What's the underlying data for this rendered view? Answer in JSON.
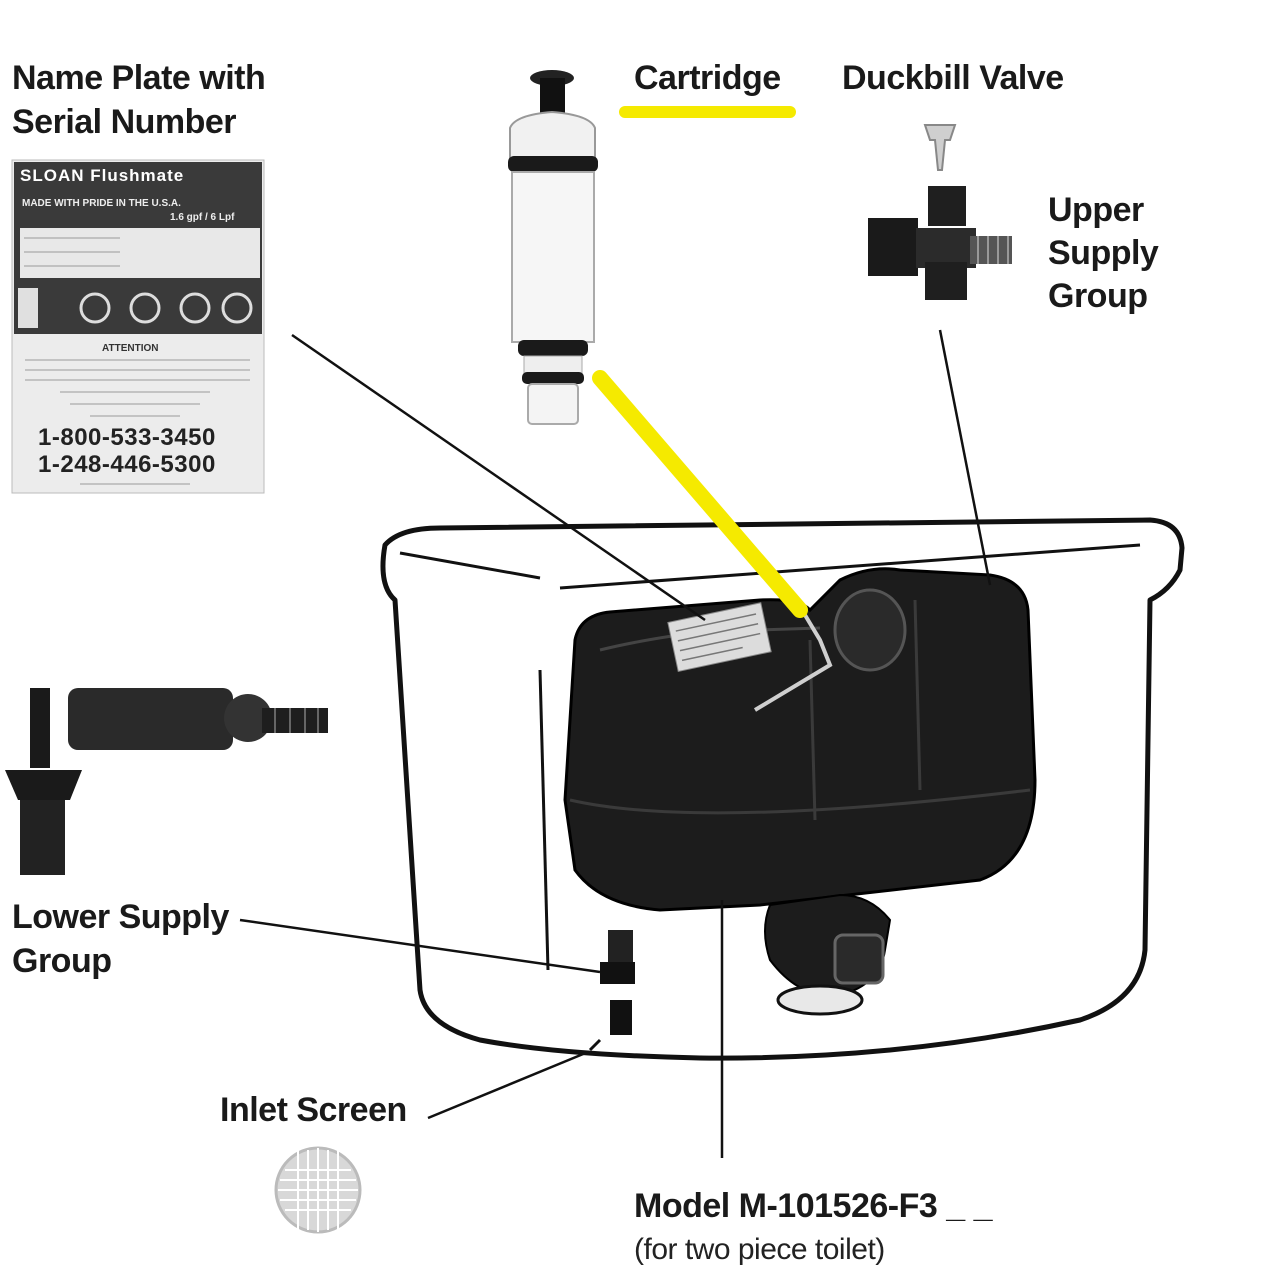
{
  "labels": {
    "name_plate_line1": "Name Plate with",
    "name_plate_line2": "Serial Number",
    "cartridge": "Cartridge",
    "duckbill_valve": "Duckbill Valve",
    "upper_supply_line1": "Upper",
    "upper_supply_line2": "Supply",
    "upper_supply_line3": "Group",
    "lower_supply_line1": "Lower Supply",
    "lower_supply_line2": "Group",
    "inlet_screen": "Inlet Screen",
    "model_line1": "Model M-101526-F3 _ _",
    "model_line2": "(for two piece toilet)"
  },
  "name_plate": {
    "brand": "SLOAN Flushmate",
    "tagline": "MADE WITH PRIDE IN THE U.S.A.",
    "gpf": "1.6 gpf / 6 Lpf",
    "attention": "ATTENTION",
    "phone1": "1-800-533-3450",
    "phone2": "1-248-446-5300"
  },
  "colors": {
    "highlight": "#f5ea00",
    "ink": "#1a1a1a",
    "tank_body": "#1c1c1c"
  }
}
